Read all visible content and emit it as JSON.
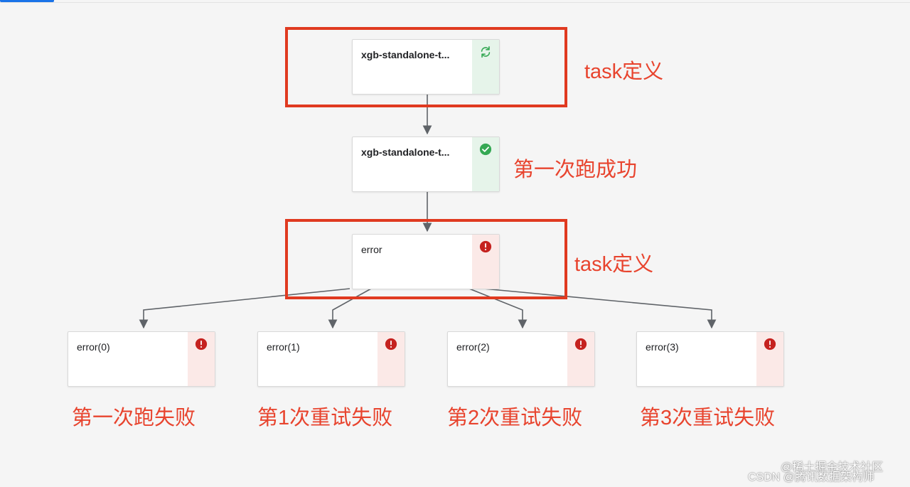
{
  "nodes": {
    "task_def": {
      "label": "xgb-standalone-t...",
      "status": "running"
    },
    "first_run": {
      "label": "xgb-standalone-t...",
      "status": "success"
    },
    "error": {
      "label": "error",
      "status": "error"
    },
    "error0": {
      "label": "error(0)",
      "status": "error"
    },
    "error1": {
      "label": "error(1)",
      "status": "error"
    },
    "error2": {
      "label": "error(2)",
      "status": "error"
    },
    "error3": {
      "label": "error(3)",
      "status": "error"
    }
  },
  "annotations": {
    "task_def_top": "task定义",
    "first_success": "第一次跑成功",
    "task_def_mid": "task定义",
    "fail0": "第一次跑失败",
    "fail1": "第1次重试失败",
    "fail2": "第2次重试失败",
    "fail3": "第3次重试失败"
  },
  "watermark": {
    "line1": "@稀土掘金技术社区",
    "line2": "CSDN @腾讯数据架构师"
  },
  "icons": {
    "running": "refresh-icon",
    "success": "check-circle-icon",
    "error": "error-circle-icon"
  },
  "colors": {
    "highlight": "#e03a20",
    "annotation": "#e8442e",
    "success": "#34a853",
    "error": "#c5221f",
    "edge": "#5f6368"
  }
}
